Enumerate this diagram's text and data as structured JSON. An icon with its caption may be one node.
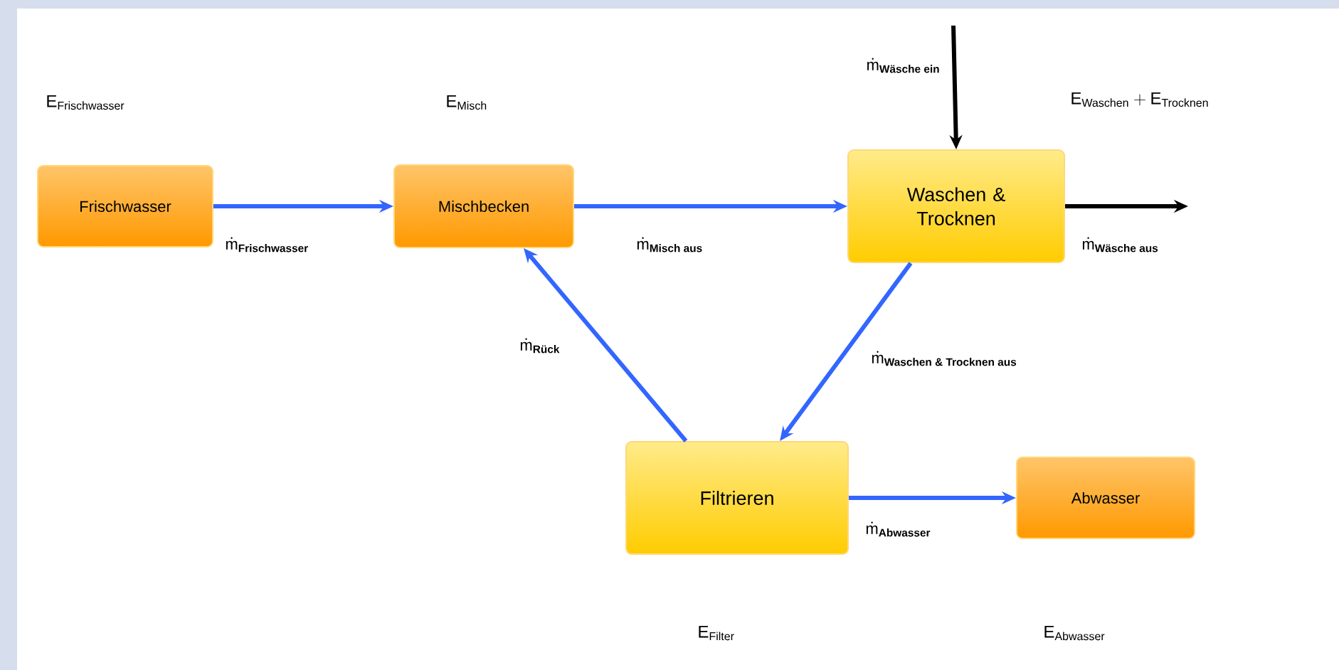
{
  "diagram": {
    "nodes": [
      {
        "text": [
          "Frischwasser"
        ]
      },
      {
        "text": [
          "Mischbecken"
        ]
      },
      {
        "text": [
          "Waschen & Trocknen"
        ]
      },
      {
        "text": [
          "Filtrieren"
        ]
      },
      {
        "text": [
          "Abwasser"
        ]
      }
    ],
    "edges": [
      {
        "from": 0,
        "to": 1,
        "arrow": "to",
        "label": "\\dot{\\text{m}}_{\\textbf{Frischwasser}}"
      },
      {
        "from": 1,
        "to": 2,
        "arrow": "to",
        "label": "\\dot{\\text{m}}_{\\textbf{Misch aus}}"
      },
      {
        "from": null,
        "to": 2,
        "arrow": "to",
        "label": "\\dot{\\text{m}}_{\\textbf{Wäsche ein}}",
        "color": "#000000"
      },
      {
        "from": 2,
        "to": null,
        "arrow": "to",
        "label": "\\dot{\\text{m}}_{\\textbf{Wäsche aus}}",
        "color": "#000000"
      },
      {
        "from": 2,
        "to": 3,
        "arrow": "to",
        "label": "\\dot{\\text{m}}_{\\textbf{Waschen \\& Trocknen aus}}"
      },
      {
        "from": 3,
        "to": 1,
        "arrow": "to",
        "label": "\\dot{\\text{m}}_{\\textbf{Rück}}"
      },
      {
        "from": 3,
        "to": 4,
        "arrow": "to",
        "label": "\\dot{\\text{m}}_{\\textbf{Abwasser}}"
      }
    ],
    "labels": [
      "\\text{E}_{\\text{Frischwasser}}",
      "\\text{E}_{\\text{Misch}}",
      "\\text{E}_{\\text{Waschen}}+\\text{E}_{\\text{Trocknen}}",
      "\\text{E}_{\\text{Filter}}",
      "\\text{E}_{\\text{Abwasser}}"
    ]
  }
}
